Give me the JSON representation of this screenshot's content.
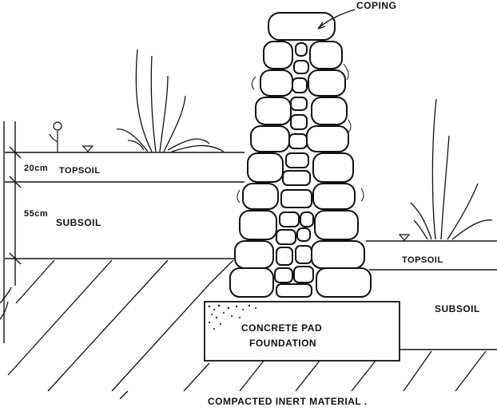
{
  "labels": {
    "coping": "COPING",
    "topsoil_depth": "20cm",
    "topsoil_left": "TOPSOIL",
    "subsoil_depth": "55cm",
    "subsoil_left": "SUBSOIL",
    "topsoil_right": "TOPSOIL",
    "subsoil_right": "SUBSOIL",
    "concrete_line1": "CONCRETE PAD",
    "concrete_line2": "FOUNDATION",
    "compacted": "COMPACTED INERT MATERIAL ."
  },
  "colors": {
    "ink": "#111111",
    "paper": "#ffffff"
  }
}
